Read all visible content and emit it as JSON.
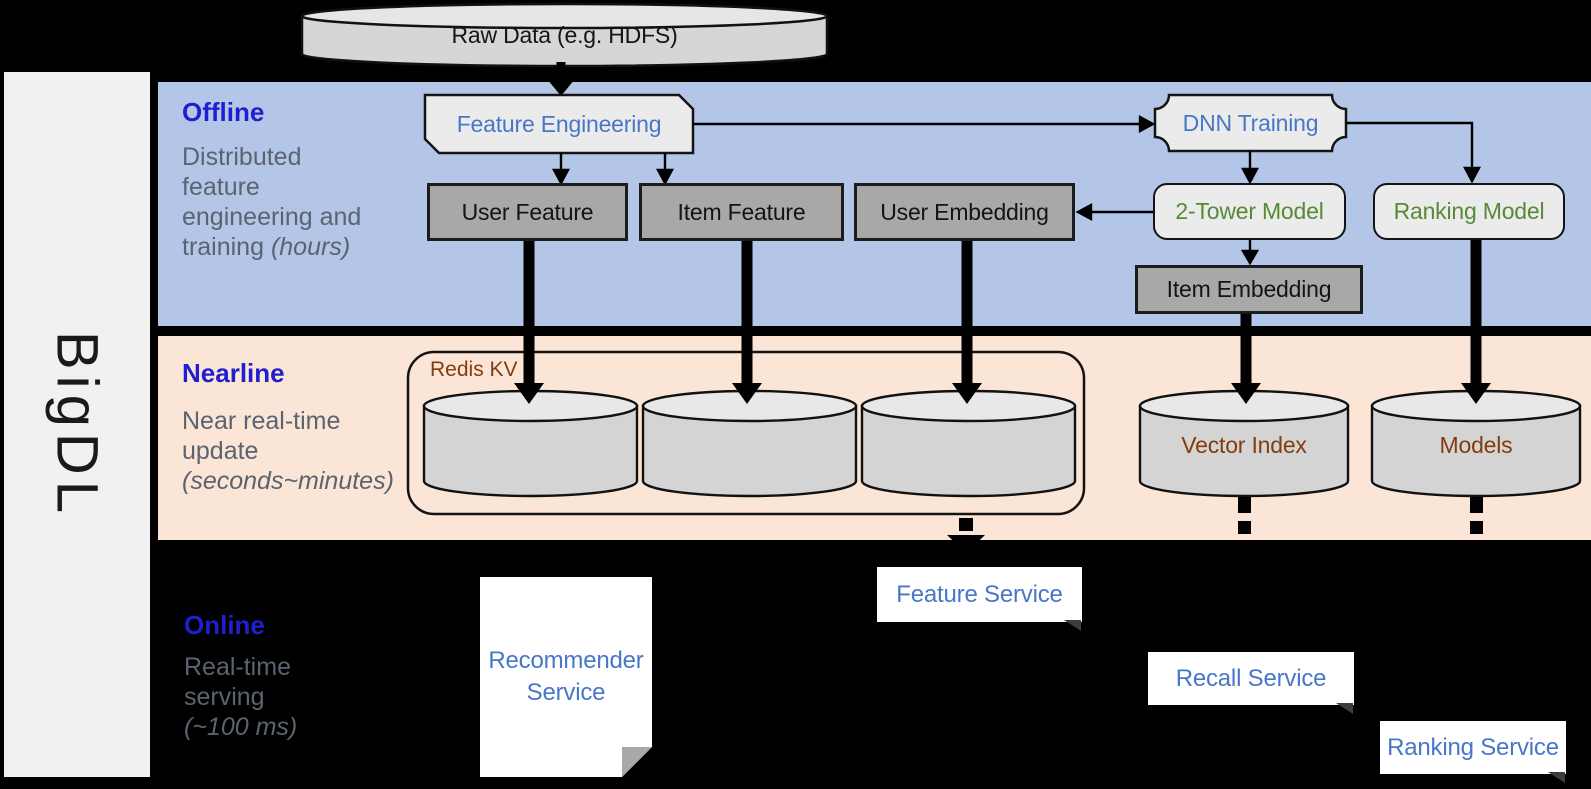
{
  "sidebar": {
    "brand": "BigDL"
  },
  "bands": {
    "offline": {
      "label": "Offline",
      "desc": "Distributed\nfeature\nengineering and\ntraining ",
      "desc_em": "(hours)"
    },
    "nearline": {
      "label": "Nearline",
      "desc": "Near real-time\nupdate\n",
      "desc_em": "(seconds~minutes)"
    },
    "online": {
      "label": "Online",
      "desc": "Real-time\nserving\n",
      "desc_em": "(~100 ms)"
    }
  },
  "nodes": {
    "raw_data": "Raw Data (e.g. HDFS)",
    "feature_engineering": "Feature Engineering",
    "dnn_training": "DNN Training",
    "user_feature": "User Feature",
    "item_feature": "Item Feature",
    "user_embedding": "User Embedding",
    "two_tower_model": "2-Tower Model",
    "ranking_model": "Ranking Model",
    "item_embedding": "Item Embedding",
    "redis_kv": "Redis KV",
    "vector_index": "Vector Index",
    "models": "Models",
    "recommender_service": "Recommender Service",
    "feature_service": "Feature Service",
    "recall_service": "Recall Service",
    "ranking_service": "Ranking Service"
  },
  "colors": {
    "offline_band": "#b3c6e7",
    "nearline_band": "#fbe5d6",
    "band_label_blue": "#1f1fd0",
    "desc_gray": "#5c6370",
    "node_blue": "#4877c8",
    "node_green": "#568a35",
    "storage_brown": "#843c0c",
    "dark_box": "#a8a8a8",
    "light_shape": "#ebebeb",
    "cylinder_body": "#d4d4d4",
    "sidebar_gray": "#f1f1f1"
  }
}
